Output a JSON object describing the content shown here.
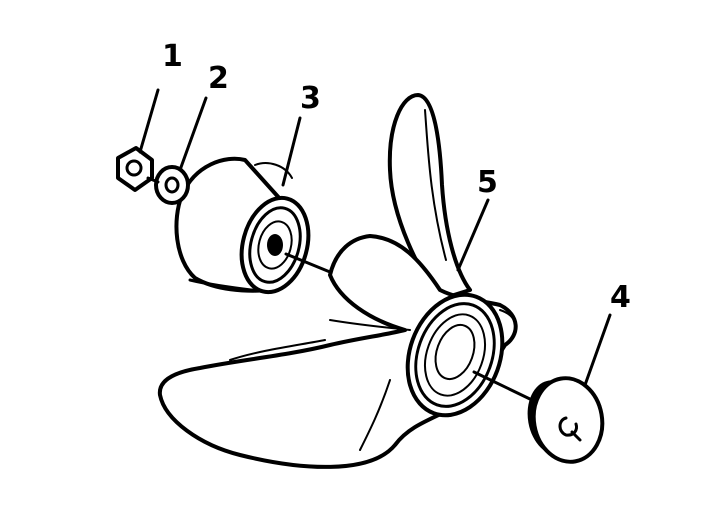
{
  "callouts": {
    "c1": "1",
    "c2": "2",
    "c3": "3",
    "c4": "4",
    "c5": "5"
  },
  "parts": [
    {
      "callout": "1",
      "icon": "nut-icon"
    },
    {
      "callout": "2",
      "icon": "washer-icon"
    },
    {
      "callout": "3",
      "icon": "thrust-hub-icon"
    },
    {
      "callout": "4",
      "icon": "spacer-icon"
    },
    {
      "callout": "5",
      "icon": "propeller-icon"
    }
  ],
  "colors": {
    "ink": "#000000",
    "paper": "#ffffff"
  }
}
